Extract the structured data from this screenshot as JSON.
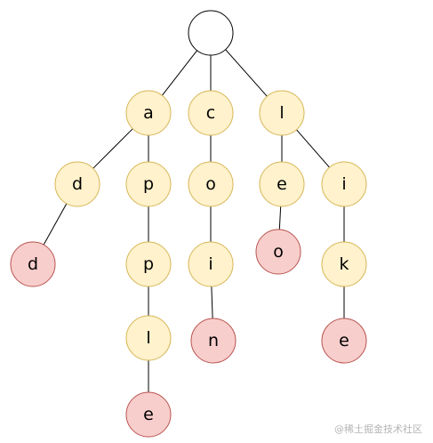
{
  "colors": {
    "root_fill": "#ffffff",
    "root_stroke": "#000000",
    "inner_fill": "#fff2cc",
    "inner_stroke": "#d6b656",
    "end_fill": "#f8cecc",
    "end_stroke": "#b85450"
  },
  "trie": {
    "root": {
      "label": "",
      "kind": "root"
    },
    "nodes": [
      {
        "id": "a",
        "label": "a",
        "kind": "inner"
      },
      {
        "id": "c",
        "label": "c",
        "kind": "inner"
      },
      {
        "id": "l",
        "label": "l",
        "kind": "inner"
      },
      {
        "id": "d1",
        "label": "d",
        "kind": "inner"
      },
      {
        "id": "p1",
        "label": "p",
        "kind": "inner"
      },
      {
        "id": "o1",
        "label": "o",
        "kind": "inner"
      },
      {
        "id": "e1",
        "label": "e",
        "kind": "inner"
      },
      {
        "id": "i1",
        "label": "i",
        "kind": "inner"
      },
      {
        "id": "d2",
        "label": "d",
        "kind": "end"
      },
      {
        "id": "p2",
        "label": "p",
        "kind": "inner"
      },
      {
        "id": "i2",
        "label": "i",
        "kind": "inner"
      },
      {
        "id": "o2",
        "label": "o",
        "kind": "end"
      },
      {
        "id": "k",
        "label": "k",
        "kind": "inner"
      },
      {
        "id": "l2",
        "label": "l",
        "kind": "inner"
      },
      {
        "id": "n",
        "label": "n",
        "kind": "end"
      },
      {
        "id": "e2",
        "label": "e",
        "kind": "end"
      },
      {
        "id": "e3",
        "label": "e",
        "kind": "end"
      }
    ],
    "edges": [
      [
        "root",
        "a"
      ],
      [
        "root",
        "c"
      ],
      [
        "root",
        "l"
      ],
      [
        "a",
        "d1"
      ],
      [
        "a",
        "p1"
      ],
      [
        "d1",
        "d2"
      ],
      [
        "p1",
        "p2"
      ],
      [
        "p2",
        "l2"
      ],
      [
        "l2",
        "e3"
      ],
      [
        "c",
        "o1"
      ],
      [
        "o1",
        "i2"
      ],
      [
        "i2",
        "n"
      ],
      [
        "l",
        "e1"
      ],
      [
        "l",
        "i1"
      ],
      [
        "e1",
        "o2"
      ],
      [
        "i1",
        "k"
      ],
      [
        "k",
        "e2"
      ]
    ]
  },
  "watermark": "@稀土掘金技术社区"
}
